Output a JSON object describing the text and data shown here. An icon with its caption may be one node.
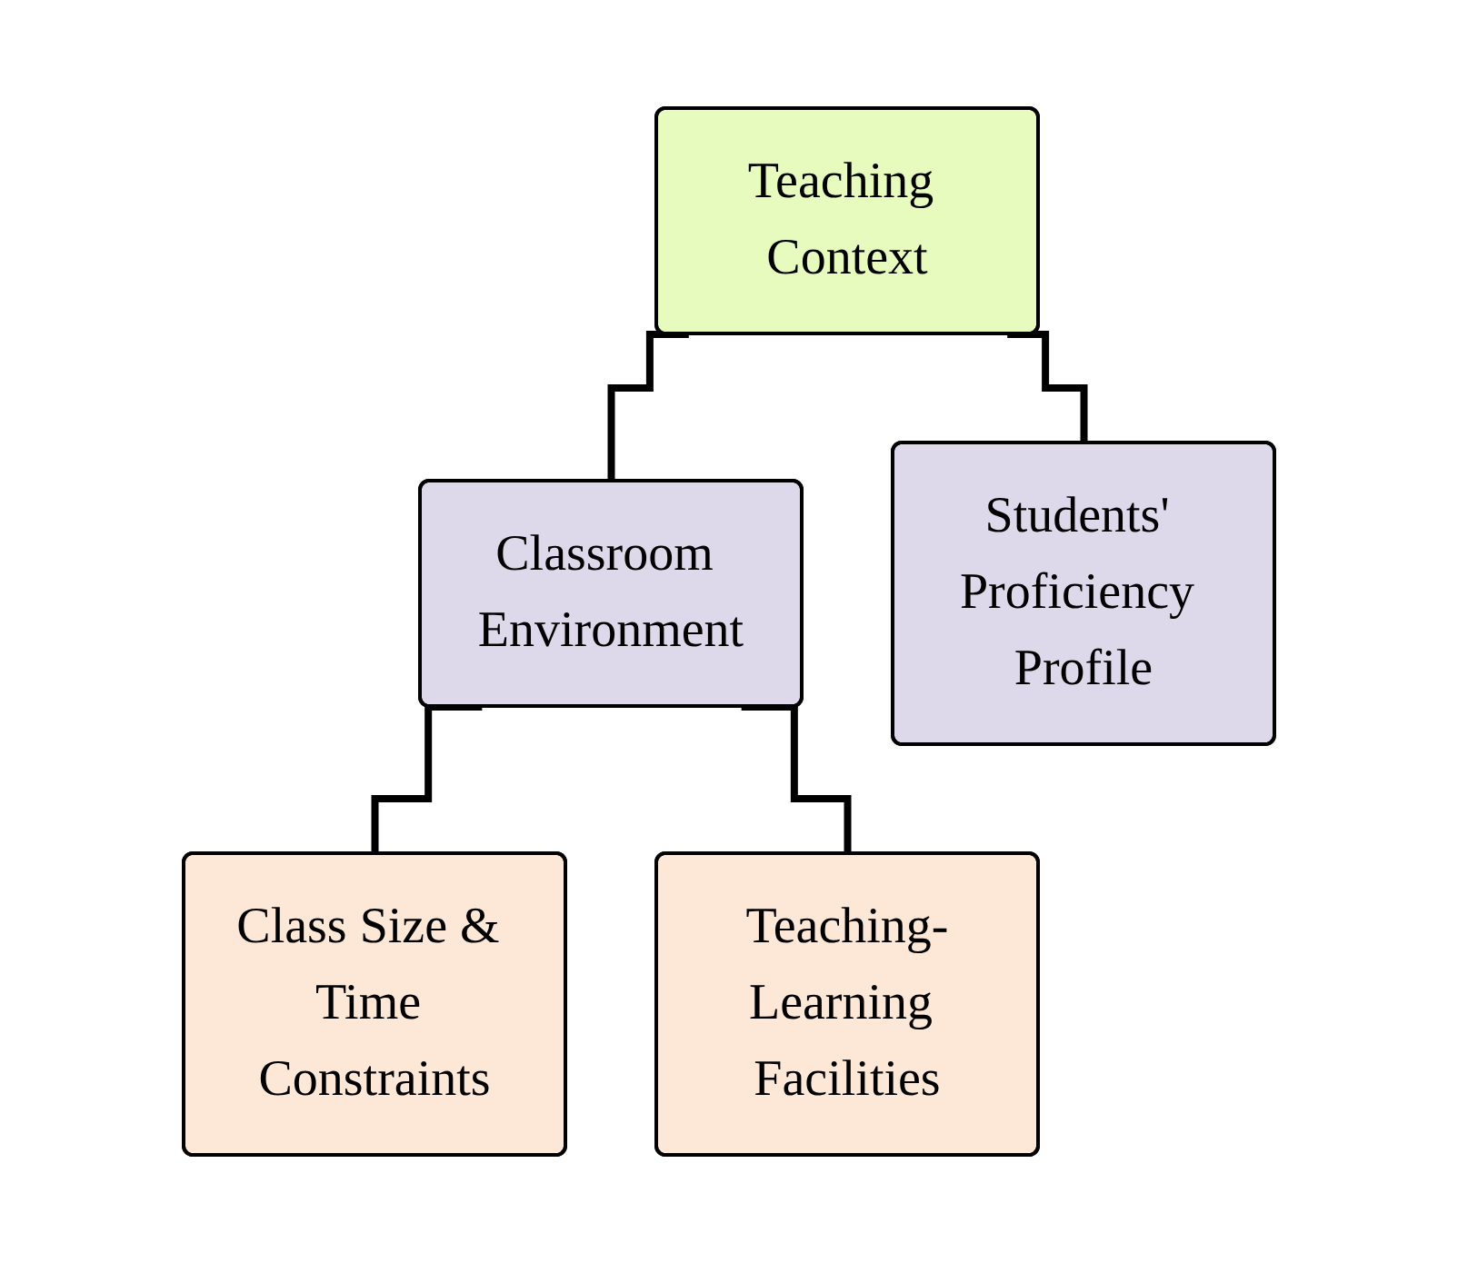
{
  "diagram": {
    "nodes": [
      {
        "text": [
          "Teaching Context"
        ]
      },
      {
        "text": [
          "Classroom Environment"
        ]
      },
      {
        "text": [
          "Students' Proficiency Profile"
        ]
      },
      {
        "text": [
          "Class Size & Time Constraints"
        ]
      },
      {
        "text": [
          "Teaching-Learning Facilities"
        ]
      }
    ],
    "edges": [
      {
        "from": 0,
        "to": 1,
        "arrow": "none"
      },
      {
        "from": 0,
        "to": 2,
        "arrow": "none"
      },
      {
        "from": 1,
        "to": 3,
        "arrow": "none"
      },
      {
        "from": 1,
        "to": 4,
        "arrow": "none"
      }
    ]
  }
}
